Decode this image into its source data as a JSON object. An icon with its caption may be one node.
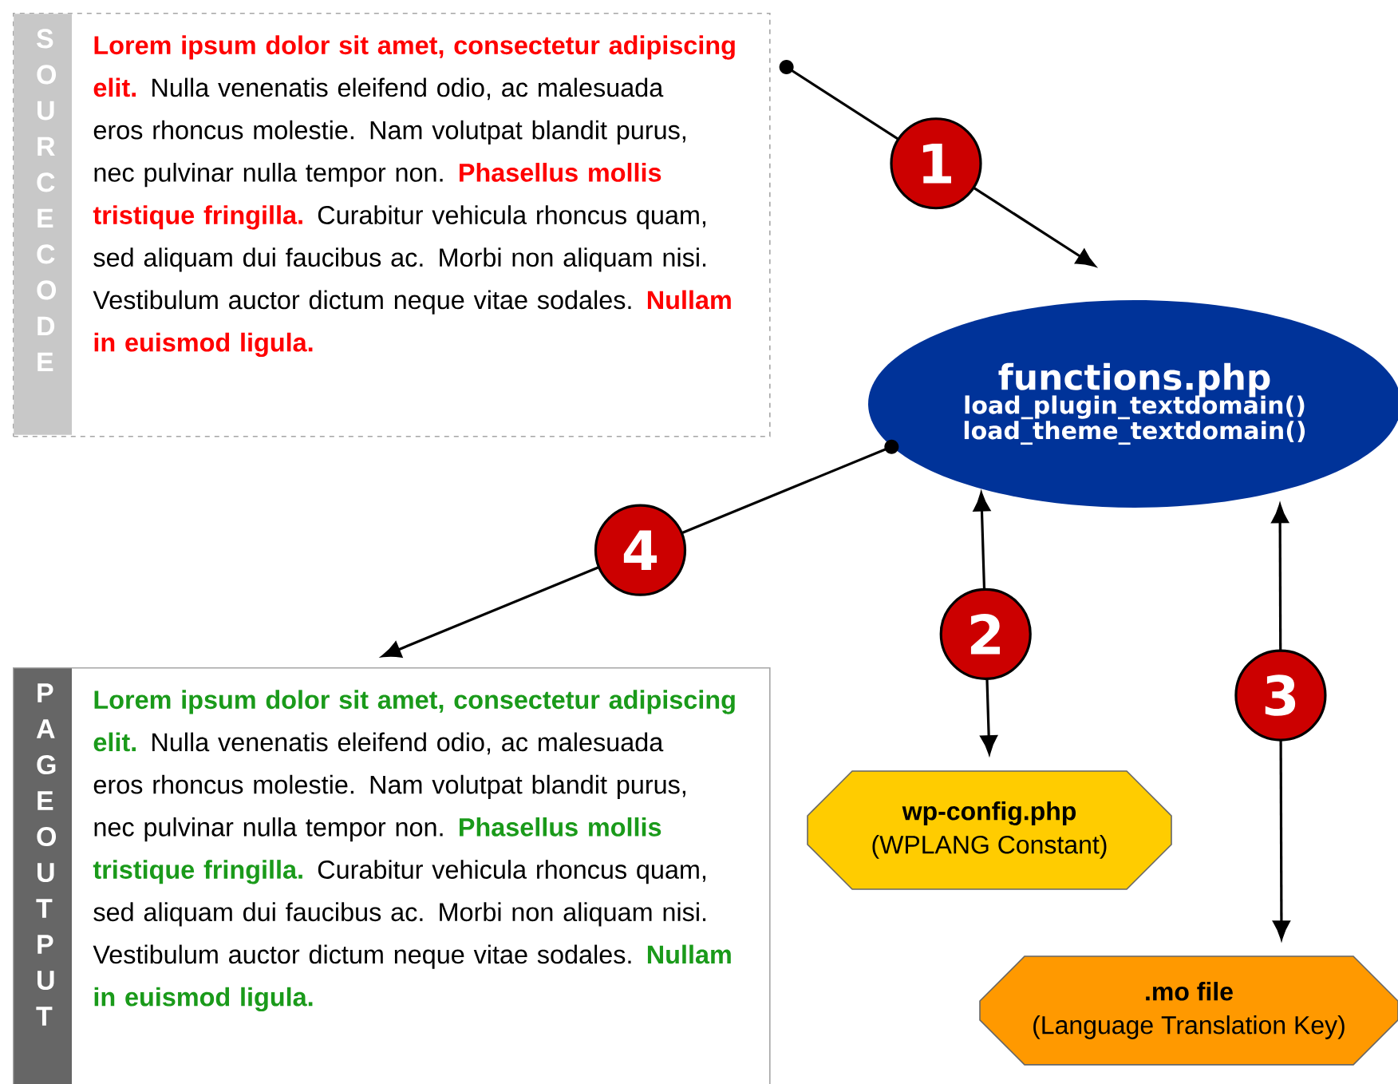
{
  "diagram": {
    "nodes": [
      {
        "text": [
          "SOURCE CODE",
          "**Lorem ipsum dolor sit amet, consectetur adipiscing elit.** Nulla venenatis eleifend odio, ac malesuada eros rhoncus molestie. Nam volutpat blandit purus, nec pulvinar nulla tempor non. **Phasellus mollis tristique fringilla.** Curabitur vehicula rhoncus quam, sed aliquam dui faucibus ac. Morbi non aliquam nisi. Vestibulum auctor dictum neque vitae sodales. **Nullam in euismod ligula.**"
        ]
      },
      {
        "text": [
          "functions.php",
          "load_plugin_textdomain()",
          "load_theme_textdomain()"
        ]
      },
      {
        "text": [
          "PAGE OUTPUT",
          "**Lorem ipsum dolor sit amet, consectetur adipiscing elit.** Nulla venenatis eleifend odio, ac malesuada eros rhoncus molestie. Nam volutpat blandit purus, nec pulvinar nulla tempor non. **Phasellus mollis tristique fringilla.** Curabitur vehicula rhoncus quam, sed aliquam dui faucibus ac. Morbi non aliquam nisi. Vestibulum auctor dictum neque vitae sodales. **Nullam in euismod ligula.**"
        ]
      },
      {
        "text": [
          "wp-config.php",
          "(WPLANG Constant)"
        ]
      },
      {
        "text": [
          ".mo file",
          "(Language Translation Key)"
        ]
      }
    ],
    "edges": [
      {
        "from": 0,
        "to": 1,
        "arrow": "to",
        "label": "1"
      },
      {
        "from": 1,
        "to": 3,
        "arrow": "both",
        "label": "2"
      },
      {
        "from": 1,
        "to": 4,
        "arrow": "both",
        "label": "3"
      },
      {
        "from": 1,
        "to": 2,
        "arrow": "to",
        "label": "4"
      }
    ]
  }
}
